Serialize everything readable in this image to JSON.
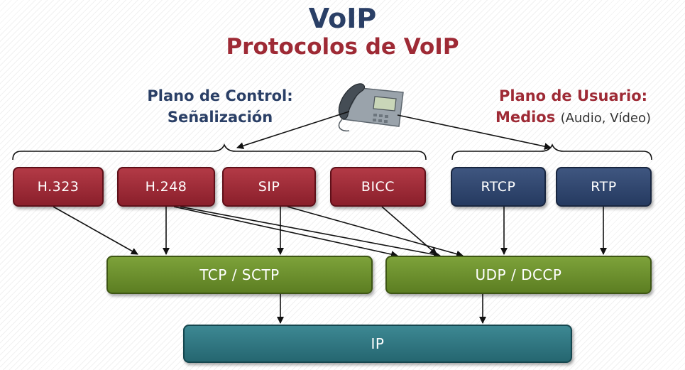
{
  "title": {
    "main": "VoIP",
    "subtitle": "Protocolos de VoIP"
  },
  "control_plane": {
    "line1": "Plano de Control:",
    "line2": "Señalización",
    "protocols": [
      "H.323",
      "H.248",
      "SIP",
      "BICC"
    ]
  },
  "user_plane": {
    "line1": "Plano de Usuario:",
    "line2_bold": "Medios",
    "line2_extra": "(Audio, Vídeo)",
    "protocols": [
      "RTCP",
      "RTP"
    ]
  },
  "transport": [
    "TCP / SCTP",
    "UDP / DCCP"
  ],
  "network": "IP",
  "colors": {
    "control": "#9e2a35",
    "user": "#2a3f66",
    "transport": "#6b8f2a",
    "network": "#2f7780"
  },
  "icons": {
    "phone": "ip-phone-icon"
  }
}
